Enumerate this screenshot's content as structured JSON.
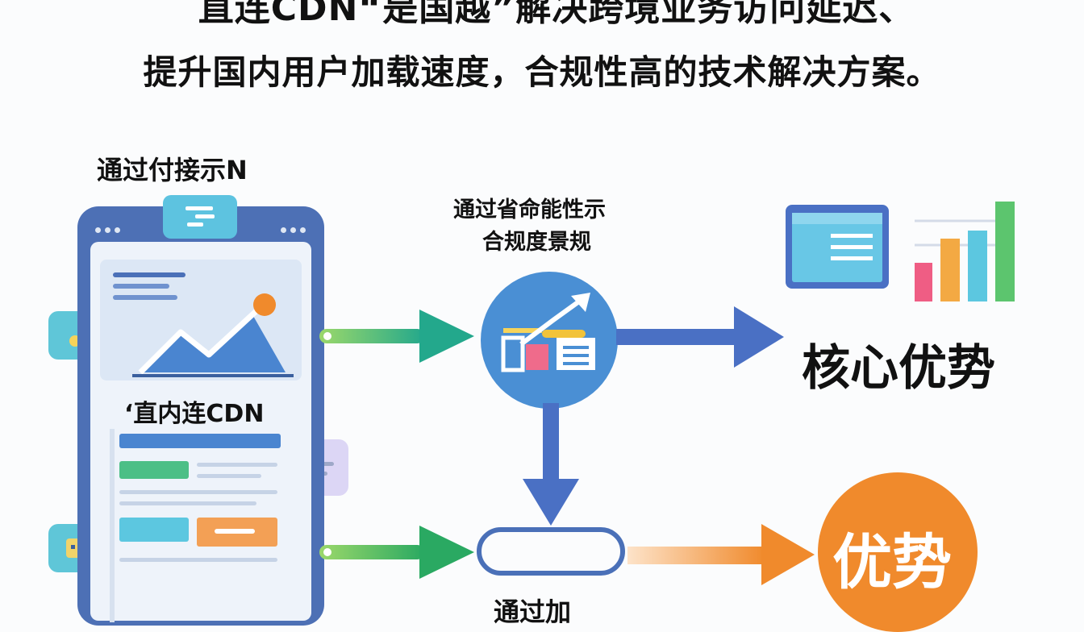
{
  "headline": {
    "line1": "直连CDN“是国越”解决跨境业务访问延迟、",
    "line2": "提升国内用户加载速度，合规性高的技术解决方案。"
  },
  "labels": {
    "top_left": "通过付接示N",
    "middle_top_line1": "通过省命能性示",
    "middle_top_line2": "合规度景规",
    "phone_inner": "‘直内连CDN",
    "core_advantage": "核心优势",
    "advantage": "优势",
    "bottom_partial": "通过加"
  },
  "icons": [
    "phone-icon",
    "line-chart-icon",
    "document-card-icon",
    "analytics-icon",
    "dashboard-window-icon",
    "bar-chart-icon",
    "chat-bubble-icon",
    "robot-icon"
  ],
  "colors": {
    "phone_blue": "#4d70b5",
    "circle_blue": "#4a8fd4",
    "arrow_blue": "#4a70b8",
    "arrow_green": "#34b36a",
    "orange": "#f08a2c",
    "cyan": "#5dc3e0"
  }
}
